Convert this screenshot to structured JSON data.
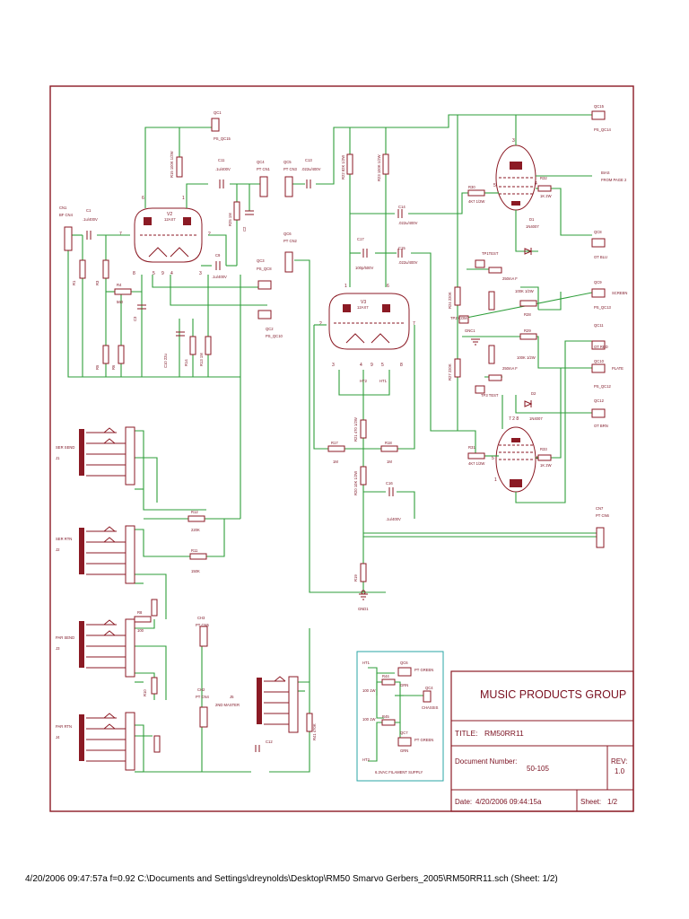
{
  "title_block": {
    "company": "MUSIC PRODUCTS GROUP",
    "title_label": "TITLE:",
    "title_value": "RM50RR11",
    "docnum_label": "Document Number:",
    "docnum_value": "50-105",
    "rev_label": "REV:",
    "rev_value": "1.0",
    "date_label": "Date:",
    "date_value": "4/20/2006 09:44:15a",
    "sheet_label": "Sheet:",
    "sheet_value": "1/2"
  },
  "footer": "4/20/2006 09:47:57a  f=0.92  C:\\Documents and Settings\\dreynolds\\Desktop\\RM50 Smarvo Gerbers_2005\\RM50RR11.sch (Sheet: 1/2)",
  "tubes": {
    "v2": {
      "ref": "V2",
      "type": "12AX7"
    },
    "v3": {
      "ref": "V3",
      "type": "12AX7"
    }
  },
  "labels": [
    {
      "id": "qc1",
      "text": "QC1"
    },
    {
      "id": "qc1_ps",
      "text": "PS_QC15"
    },
    {
      "id": "c11",
      "text": "C11"
    },
    {
      "id": "c11v",
      "text": ".1u/400V"
    },
    {
      "id": "r15",
      "text": "R15 100K 1/2W"
    },
    {
      "id": "c1",
      "text": "C1"
    },
    {
      "id": "c1v",
      "text": ".1u/400V"
    },
    {
      "id": "cn1",
      "text": "CN1"
    },
    {
      "id": "cn1b",
      "text": "BF CN4"
    },
    {
      "id": "r1",
      "text": "R1"
    },
    {
      "id": "r3",
      "text": "R3"
    },
    {
      "id": "r4",
      "text": "R4"
    },
    {
      "id": "r4v",
      "text": "560"
    },
    {
      "id": "r5",
      "text": "R5"
    },
    {
      "id": "r6",
      "text": "R6"
    },
    {
      "id": "c3",
      "text": "C3"
    },
    {
      "id": "c9",
      "text": "C9"
    },
    {
      "id": "c9v",
      "text": ".1u/400V"
    },
    {
      "id": "r25",
      "text": "R25 1M"
    },
    {
      "id": "c2",
      "text": "C2"
    },
    {
      "id": "qc4",
      "text": "QC4"
    },
    {
      "id": "qc4b",
      "text": "PT CN1"
    },
    {
      "id": "qc3",
      "text": "QC3"
    },
    {
      "id": "qc3b",
      "text": "PS_QC8"
    },
    {
      "id": "qc2",
      "text": "QC2"
    },
    {
      "id": "qc2b",
      "text": "PS_QC10"
    },
    {
      "id": "c10",
      "text": "C10 22u"
    },
    {
      "id": "r14",
      "text": "R14"
    },
    {
      "id": "r13",
      "text": "R13 1M"
    },
    {
      "id": "qc5",
      "text": "QC5"
    },
    {
      "id": "qc5b",
      "text": "PT CN3"
    },
    {
      "id": "c13",
      "text": "C13"
    },
    {
      "id": "c13v",
      "text": ".022u/400V"
    },
    {
      "id": "qc6",
      "text": "QC6"
    },
    {
      "id": "qc6b",
      "text": "PT CN2"
    },
    {
      "id": "r22",
      "text": "R22 82K 1/2W"
    },
    {
      "id": "r23",
      "text": "R23 100K 1/2W"
    },
    {
      "id": "c14",
      "text": "C14"
    },
    {
      "id": "c14v",
      "text": ".022u/400V"
    },
    {
      "id": "c17",
      "text": "C17"
    },
    {
      "id": "c17v",
      "text": "100p/500V"
    },
    {
      "id": "c15",
      "text": "C15"
    },
    {
      "id": "c15v",
      "text": ".022u/400V"
    },
    {
      "id": "r17",
      "text": "R17"
    },
    {
      "id": "r17v",
      "text": "1M"
    },
    {
      "id": "r18",
      "text": "R18"
    },
    {
      "id": "r18v",
      "text": "1M"
    },
    {
      "id": "r21",
      "text": "R21 470 1/2W"
    },
    {
      "id": "r20",
      "text": "R20 10K 1/2W"
    },
    {
      "id": "c16",
      "text": "C16"
    },
    {
      "id": "c16v",
      "text": ".1u/400V"
    },
    {
      "id": "r19",
      "text": "R19"
    },
    {
      "id": "gnd1",
      "text": "GND1"
    },
    {
      "id": "ht2",
      "text": "HT2"
    },
    {
      "id": "ht1",
      "text": "HT1"
    },
    {
      "id": "qc15",
      "text": "QC15"
    },
    {
      "id": "qc15b",
      "text": "PS_QC14"
    },
    {
      "id": "bias",
      "text": "BIAS"
    },
    {
      "id": "biasb",
      "text": "FROM PAGE 2"
    },
    {
      "id": "r30",
      "text": "R30"
    },
    {
      "id": "r30v",
      "text": "4K7 1/2W"
    },
    {
      "id": "r32",
      "text": "R32"
    },
    {
      "id": "r32v",
      "text": "1K 2W"
    },
    {
      "id": "d1",
      "text": "D1"
    },
    {
      "id": "d1v",
      "text": "1N4007"
    },
    {
      "id": "qc8",
      "text": "QC8"
    },
    {
      "id": "qc8b",
      "text": "OT BLU"
    },
    {
      "id": "tp1",
      "text": "TP1TEST"
    },
    {
      "id": "ma1",
      "text": "250mA F"
    },
    {
      "id": "r26",
      "text": "100K 1/2W"
    },
    {
      "id": "r28",
      "text": "R28"
    },
    {
      "id": "qc9",
      "text": "QC9"
    },
    {
      "id": "screen",
      "text": "SCREEN"
    },
    {
      "id": "qc9b",
      "text": "PS_QC13"
    },
    {
      "id": "tp2",
      "text": "TP2 COM"
    },
    {
      "id": "gnc1",
      "text": "GNC1"
    },
    {
      "id": "r29",
      "text": "R29"
    },
    {
      "id": "r29v",
      "text": "100K 1/2W"
    },
    {
      "id": "qc11",
      "text": "QC11"
    },
    {
      "id": "qc11b",
      "text": "OT RED"
    },
    {
      "id": "qc10",
      "text": "QC10"
    },
    {
      "id": "plate",
      "text": "PLATE"
    },
    {
      "id": "qc10b",
      "text": "PS_QC12"
    },
    {
      "id": "ma2",
      "text": "250mA F"
    },
    {
      "id": "tp3",
      "text": "TP3 TEST"
    },
    {
      "id": "d2",
      "text": "D2"
    },
    {
      "id": "d2v",
      "text": "1N4007"
    },
    {
      "id": "qc12",
      "text": "QC12"
    },
    {
      "id": "qc12b",
      "text": "OT BRN"
    },
    {
      "id": "r31",
      "text": "R31"
    },
    {
      "id": "r31v",
      "text": "4K7 1/2W"
    },
    {
      "id": "r33",
      "text": "R33"
    },
    {
      "id": "r33v",
      "text": "1K 2W"
    },
    {
      "id": "cn7",
      "text": "CN7"
    },
    {
      "id": "cn7b",
      "text": "PT CN6"
    },
    {
      "id": "r24",
      "text": "R24 220K"
    },
    {
      "id": "r27",
      "text": "R27 220K"
    },
    {
      "id": "j1",
      "text": "SER SEND"
    },
    {
      "id": "j1b",
      "text": "J1"
    },
    {
      "id": "j2",
      "text": "SER RTN"
    },
    {
      "id": "j2b",
      "text": "J2"
    },
    {
      "id": "j3",
      "text": "PAR SEND"
    },
    {
      "id": "j3b",
      "text": "J3"
    },
    {
      "id": "j4",
      "text": "PAR RTN"
    },
    {
      "id": "j4b",
      "text": "J4"
    },
    {
      "id": "r12",
      "text": "R12"
    },
    {
      "id": "r12v",
      "text": "220K"
    },
    {
      "id": "r11",
      "text": "R11"
    },
    {
      "id": "r11v",
      "text": "150K"
    },
    {
      "id": "r8",
      "text": "R8"
    },
    {
      "id": "r8v",
      "text": "100"
    },
    {
      "id": "r10",
      "text": "R10"
    },
    {
      "id": "ch3",
      "text": "CH3"
    },
    {
      "id": "ch3b",
      "text": "PT CN5"
    },
    {
      "id": "ch2",
      "text": "CH2"
    },
    {
      "id": "ch2b",
      "text": "PT CN4"
    },
    {
      "id": "j5",
      "text": "J5"
    },
    {
      "id": "j5b",
      "text": "2ND MASTER"
    },
    {
      "id": "c12",
      "text": "C12"
    },
    {
      "id": "r41",
      "text": "R41 470K"
    },
    {
      "id": "fs_ht1",
      "text": "HT1"
    },
    {
      "id": "fs_ht2",
      "text": "HT2"
    },
    {
      "id": "fs_qc6",
      "text": "QC6"
    },
    {
      "id": "fs_green1",
      "text": "PT GREEN"
    },
    {
      "id": "fs_r44",
      "text": "R44"
    },
    {
      "id": "fs_r44v",
      "text": "100 1W"
    },
    {
      "id": "fs_grn",
      "text": "GRN"
    },
    {
      "id": "fs_qc4",
      "text": "QC4"
    },
    {
      "id": "fs_chassis",
      "text": "CHASSIS"
    },
    {
      "id": "fs_r45",
      "text": "R45"
    },
    {
      "id": "fs_r45v",
      "text": "100 1W"
    },
    {
      "id": "fs_qc7",
      "text": "QC7"
    },
    {
      "id": "fs_green2",
      "text": "PT GREEN"
    },
    {
      "id": "fs_grn2",
      "text": "GRN"
    },
    {
      "id": "fs_title",
      "text": "6.3VAC FILAMENT SUPPLY"
    }
  ]
}
